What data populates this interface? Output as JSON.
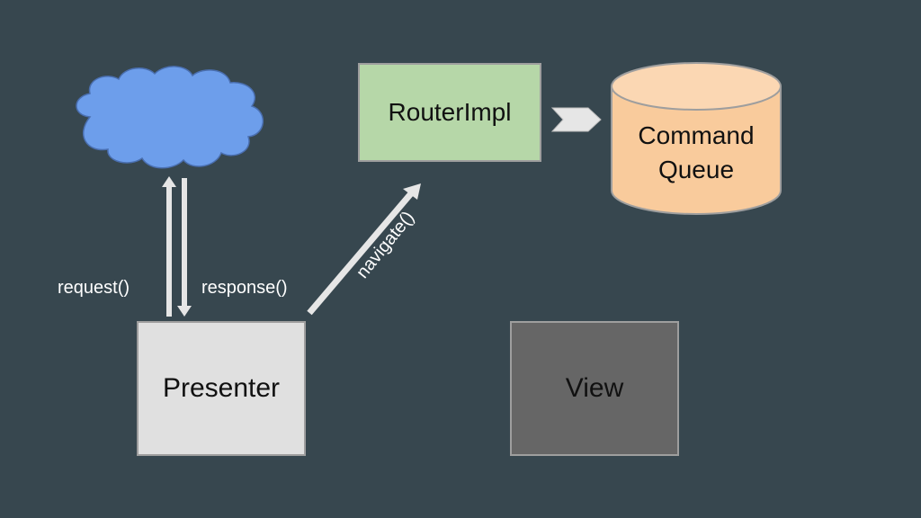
{
  "diagram": {
    "router": {
      "label": "RouterImpl"
    },
    "queue": {
      "line1": "Command",
      "line2": "Queue"
    },
    "presenter": {
      "label": "Presenter"
    },
    "view": {
      "label": "View"
    },
    "edges": {
      "request": "request()",
      "response": "response()",
      "navigate": "navigate()"
    },
    "colors": {
      "background": "#37474f",
      "cloud": "#6d9eeb",
      "router_fill": "#b6d7a8",
      "queue_fill": "#f9cb9c",
      "presenter_fill": "#e0e0e0",
      "view_fill": "#666666"
    }
  }
}
